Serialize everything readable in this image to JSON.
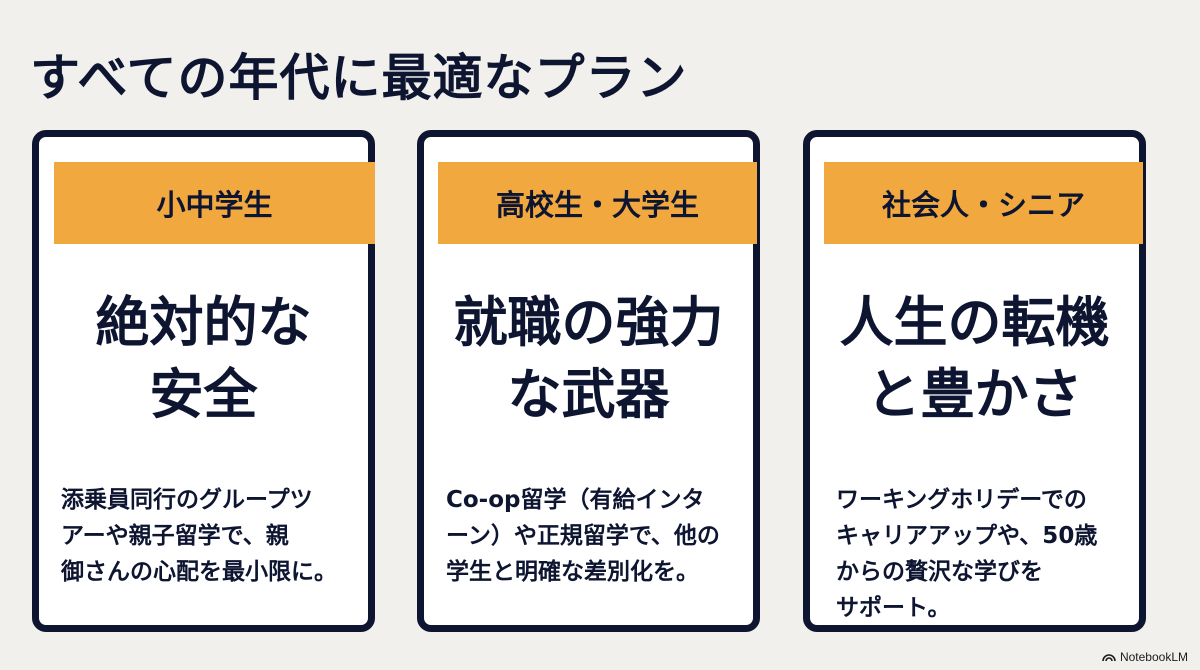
{
  "title": "すべての年代に最適なプラン",
  "cards": [
    {
      "badge": "小中学生",
      "headline": [
        "絶対的な",
        "安全"
      ],
      "description": [
        "添乗員同行のグループツ",
        "アーや親子留学で、親",
        "御さんの心配を最小限に。"
      ]
    },
    {
      "badge": "高校生・大学生",
      "headline": [
        "就職の強力",
        "な武器"
      ],
      "description": [
        "Co-op留学（有給インタ",
        "ーン）や正規留学で、他の",
        "学生と明確な差別化を。"
      ]
    },
    {
      "badge": "社会人・シニア",
      "headline": [
        "人生の転機",
        "と豊かさ"
      ],
      "description": [
        "ワーキングホリデーでの",
        "キャリアアップや、50歳",
        "からの贅沢な学びを",
        "サポート。"
      ]
    }
  ],
  "brand": {
    "icon": "notebooklm-icon",
    "label": "NotebookLM"
  },
  "colors": {
    "accent": "#f1a83f",
    "navy": "#0d1530",
    "background": "#f1f0ec"
  }
}
